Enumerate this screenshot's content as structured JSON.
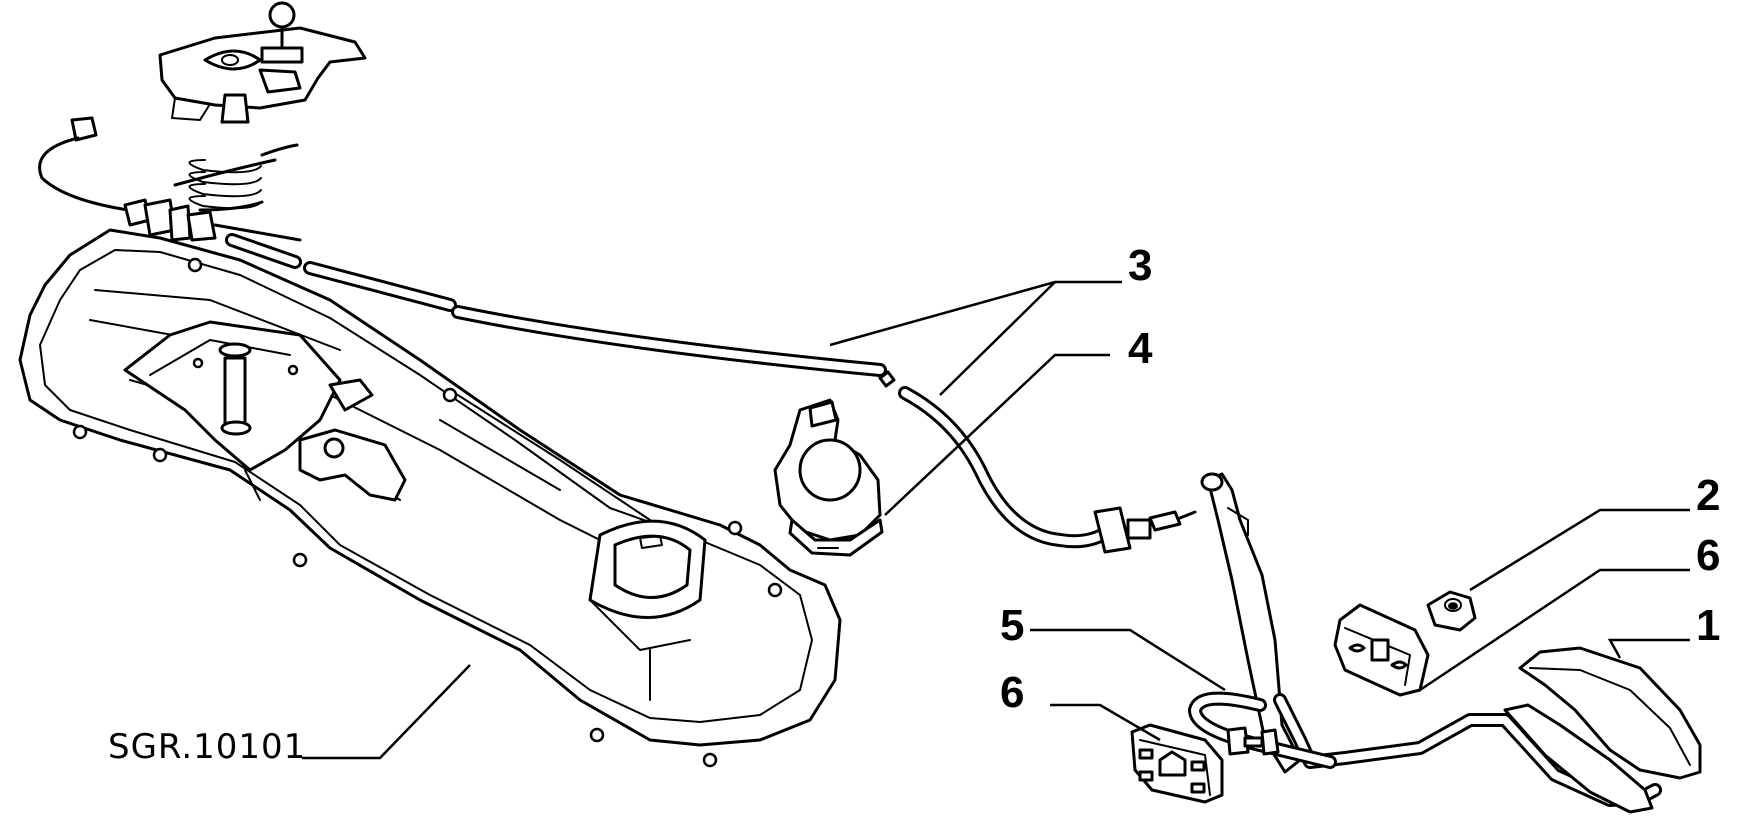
{
  "diagram": {
    "reference_code": "SGR.10101",
    "callouts": {
      "c1": "1",
      "c2": "2",
      "c3": "3",
      "c4": "4",
      "c5": "5",
      "c6a": "6",
      "c6b": "6"
    },
    "colors": {
      "line": "#000000",
      "background": "#ffffff"
    }
  }
}
